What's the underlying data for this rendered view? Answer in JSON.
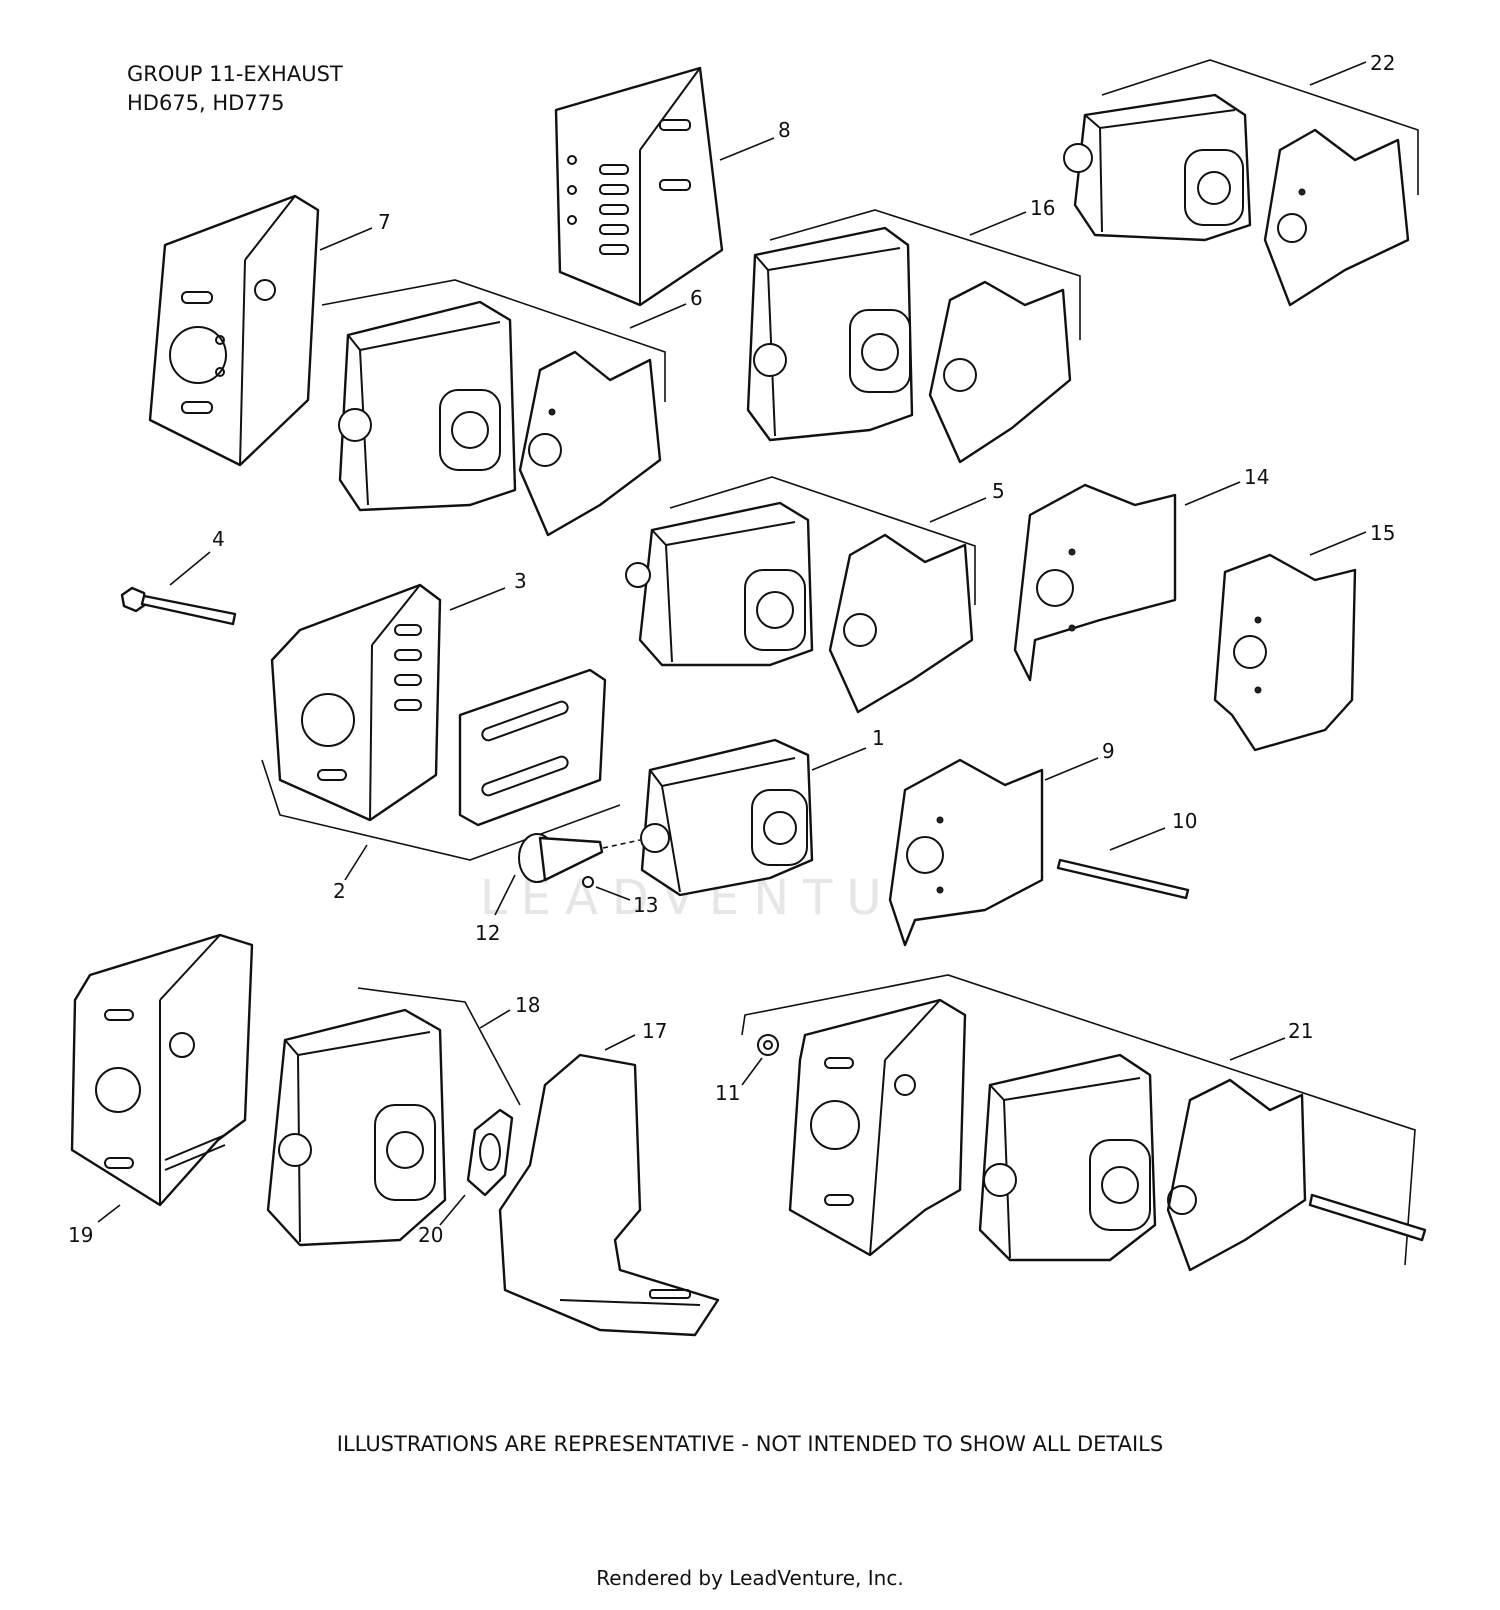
{
  "header": {
    "group_title": "GROUP 11-EXHAUST",
    "models": "HD675, HD775"
  },
  "footer": {
    "disclaimer": "ILLUSTRATIONS ARE REPRESENTATIVE - NOT INTENDED TO SHOW ALL DETAILS",
    "rendered_by": "Rendered by LeadVenture, Inc."
  },
  "watermark": "LEADVENTURE",
  "callouts": [
    "1",
    "2",
    "3",
    "4",
    "5",
    "6",
    "7",
    "8",
    "9",
    "10",
    "11",
    "12",
    "13",
    "14",
    "15",
    "16",
    "17",
    "18",
    "19",
    "20",
    "21",
    "22"
  ]
}
